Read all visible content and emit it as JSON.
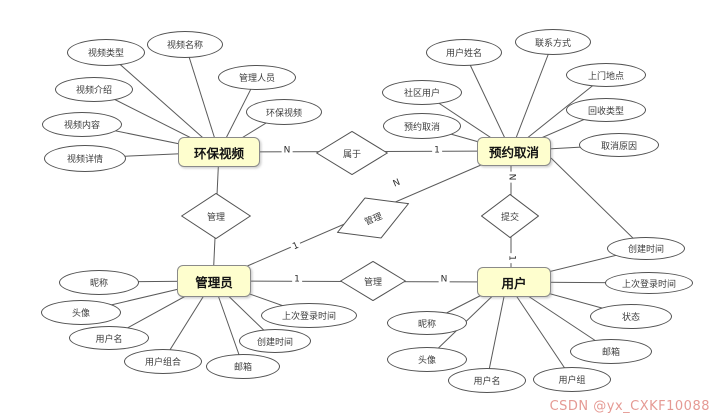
{
  "diagram": {
    "entities": [
      {
        "label": "环保视频",
        "attributes": [
          "视频类型",
          "视频名称",
          "视频介绍",
          "管理人员",
          "视频内容",
          "环保视频",
          "视频详情"
        ]
      },
      {
        "label": "预约取消",
        "attributes": [
          "用户姓名",
          "联系方式",
          "社区用户",
          "上门地点",
          "预约取消",
          "回收类型",
          "取消原因"
        ]
      },
      {
        "label": "管理员",
        "attributes": [
          "昵称",
          "头像",
          "用户名",
          "用户组合",
          "上次登录时间",
          "创建时间",
          "邮箱"
        ]
      },
      {
        "label": "用户",
        "attributes": [
          "昵称",
          "头像",
          "用户名",
          "用户组",
          "邮箱",
          "状态",
          "上次登录时间",
          "创建时间"
        ]
      }
    ],
    "relationships": [
      {
        "label": "属于",
        "cards": [
          "N",
          "1"
        ]
      },
      {
        "label": "管理",
        "cards": []
      },
      {
        "label": "管理",
        "cards": [
          "1",
          "N"
        ]
      },
      {
        "label": "提交",
        "cards": [
          "N",
          "1"
        ]
      },
      {
        "label": "管理",
        "cards": [
          "1",
          "N"
        ]
      }
    ],
    "colors": {
      "entity_fill": "#FEFECE",
      "entity_border": "#8a8a8a",
      "shape_border": "#525252",
      "line": "#5a5a5a",
      "watermark": "#e59a94"
    },
    "watermark": "CSDN @yx_CXKF10088"
  }
}
